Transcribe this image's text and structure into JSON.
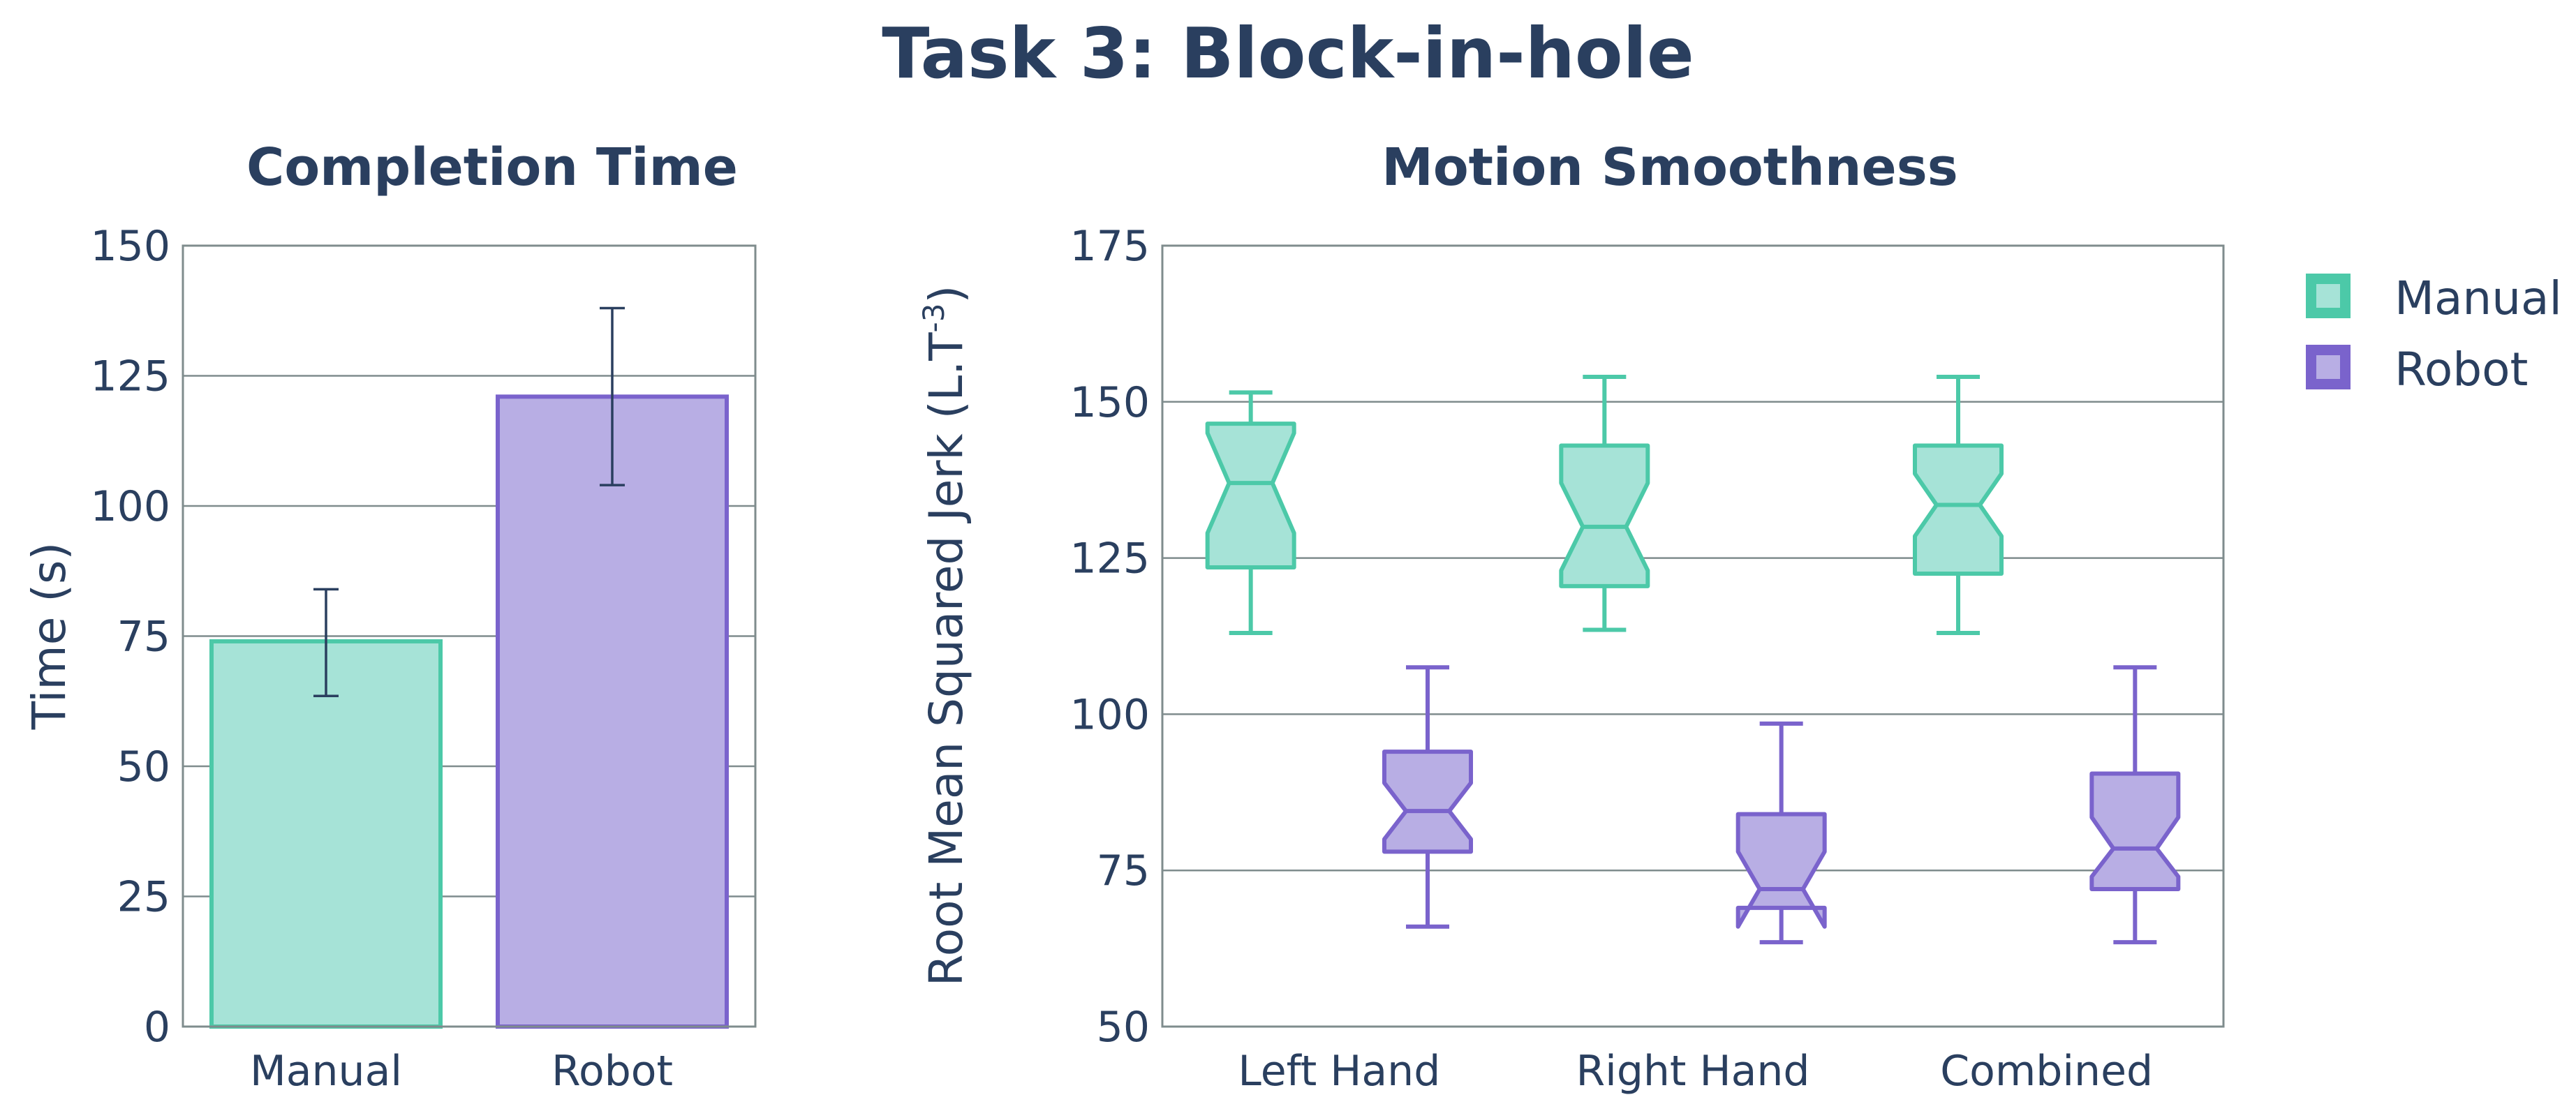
{
  "title": "Task 3: Block-in-hole",
  "colors": {
    "manual_fill": "#a6e3d7",
    "manual_line": "#4cc9a8",
    "robot_fill": "#b8aee4",
    "robot_line": "#7a63cc",
    "text": "#2a3f5f",
    "grid": "#7f8c8d"
  },
  "chart_data": [
    {
      "type": "bar",
      "title": "Completion Time",
      "xlabel": "",
      "ylabel": "Time (s)",
      "categories": [
        "Manual",
        "Robot"
      ],
      "values": [
        74,
        121
      ],
      "error_low": [
        63.5,
        104
      ],
      "error_high": [
        84,
        138
      ],
      "ylim": [
        0,
        150
      ],
      "yticks": [
        0,
        25,
        50,
        75,
        100,
        125,
        150
      ],
      "grid": true
    },
    {
      "type": "box",
      "title": "Motion Smoothness",
      "xlabel": "",
      "ylabel_main": "Root Mean Squared Jerk (L.T",
      "ylabel_sup": "-3",
      "ylabel_end": ")",
      "categories": [
        "Left Hand",
        "Right Hand",
        "Combined"
      ],
      "ylim": [
        50,
        175
      ],
      "yticks": [
        50,
        75,
        100,
        125,
        150,
        175
      ],
      "grid": true,
      "legend_position": "top-right",
      "series": [
        {
          "name": "Manual",
          "boxes": [
            {
              "min": 113,
              "q1": 123.5,
              "median": 137,
              "q3": 146.5,
              "max": 151.5,
              "notch_low": 129,
              "notch_high": 145
            },
            {
              "min": 113.5,
              "q1": 120.5,
              "median": 130,
              "q3": 143,
              "max": 154,
              "notch_low": 123,
              "notch_high": 137
            },
            {
              "min": 113,
              "q1": 122.5,
              "median": 133.5,
              "q3": 143,
              "max": 154,
              "notch_low": 128.5,
              "notch_high": 138.5
            }
          ]
        },
        {
          "name": "Robot",
          "boxes": [
            {
              "min": 66,
              "q1": 78,
              "median": 84.5,
              "q3": 94,
              "max": 107.5,
              "notch_low": 80,
              "notch_high": 89
            },
            {
              "min": 63.5,
              "q1": 69,
              "median": 72,
              "q3": 84,
              "max": 98.5,
              "notch_low": 66,
              "notch_high": 78
            },
            {
              "min": 63.5,
              "q1": 72,
              "median": 78.5,
              "q3": 90.5,
              "max": 107.5,
              "notch_low": 74,
              "notch_high": 83.5
            }
          ]
        }
      ]
    }
  ]
}
